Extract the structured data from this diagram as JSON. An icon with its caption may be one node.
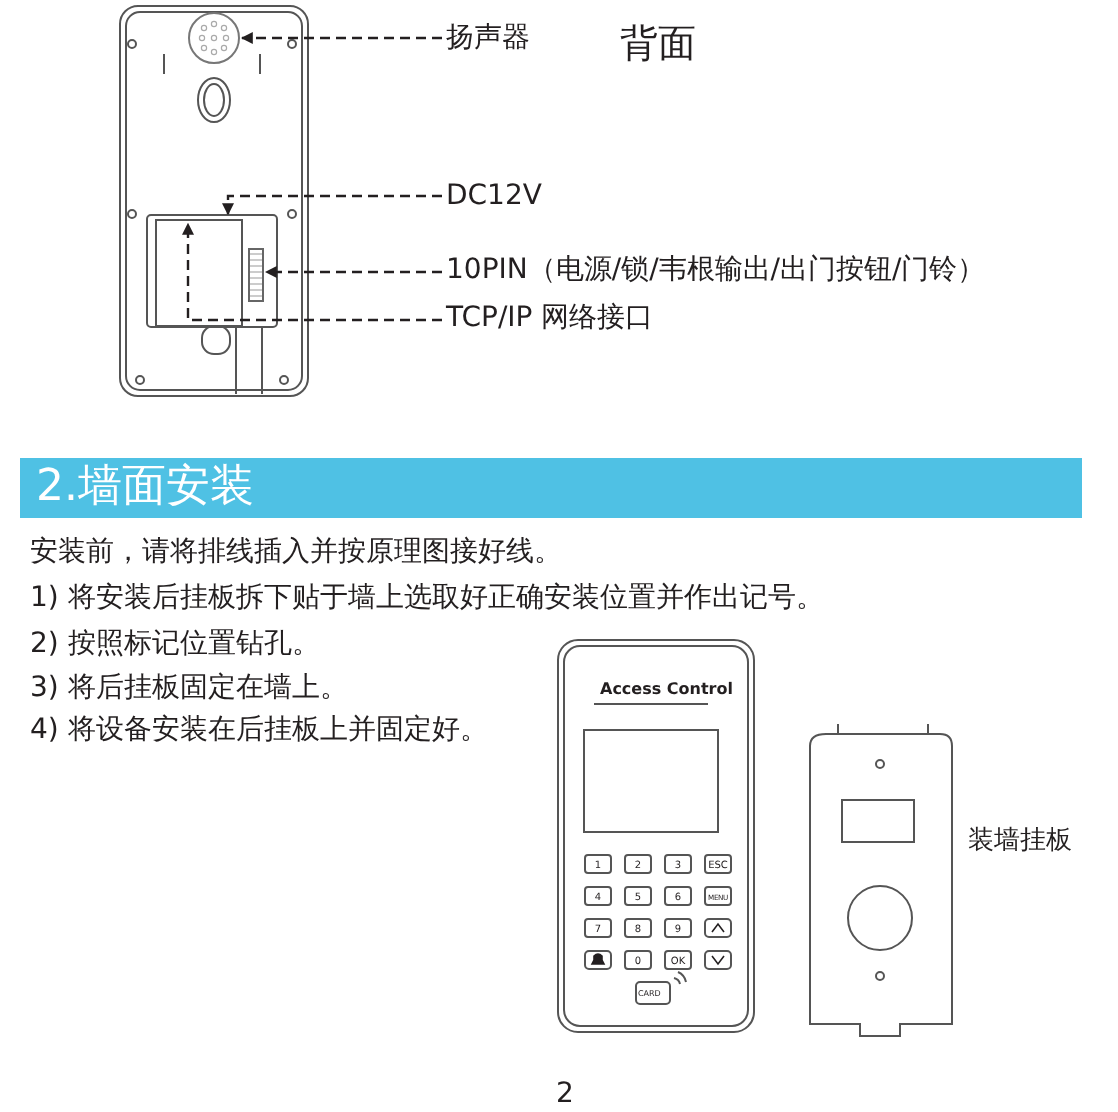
{
  "diagram": {
    "title": "2.墙面安装",
    "nodes": [
      {
        "text": [],
        "shape": "circle"
      },
      {
        "text": [
          "扬声器"
        ]
      },
      {
        "text": [
          "DC12V"
        ]
      },
      {
        "text": [],
        "shape": "box"
      },
      {
        "text": [],
        "shape": "box",
        "in": 3
      },
      {
        "text": [
          "10PIN（电源/锁/韦根输出/出门按钮/门铃）"
        ]
      },
      {
        "text": [
          "TCP/IP 网络接口"
        ]
      }
    ],
    "edges": [
      {
        "from": 1,
        "to": 0,
        "arrow": "to",
        "style": "dashed"
      },
      {
        "from": 2,
        "to": 3,
        "arrow": "to",
        "style": "dashed"
      },
      {
        "from": 5,
        "to": 4,
        "arrow": "to",
        "style": "dashed"
      },
      {
        "from": 6,
        "to": 3,
        "arrow": "to",
        "style": "dashed"
      }
    ],
    "labels": [
      "背面",
      "安装前，请将排线插入并按原理图接好线。",
      "1) 将安装后挂板拆下贴于墙上选取好正确安装位置并作出记号。",
      "2) 按照标记位置钻孔。",
      "3) 将后挂板固定在墙上。",
      "4) 将设备安装在后挂板上并固定好。",
      "Access Control",
      "1",
      "2",
      "3",
      "ESC",
      "4",
      "5",
      "6",
      "MENU",
      "7",
      "8",
      "9",
      "0",
      "OK",
      "CARD",
      "装墙挂板",
      "2"
    ]
  }
}
